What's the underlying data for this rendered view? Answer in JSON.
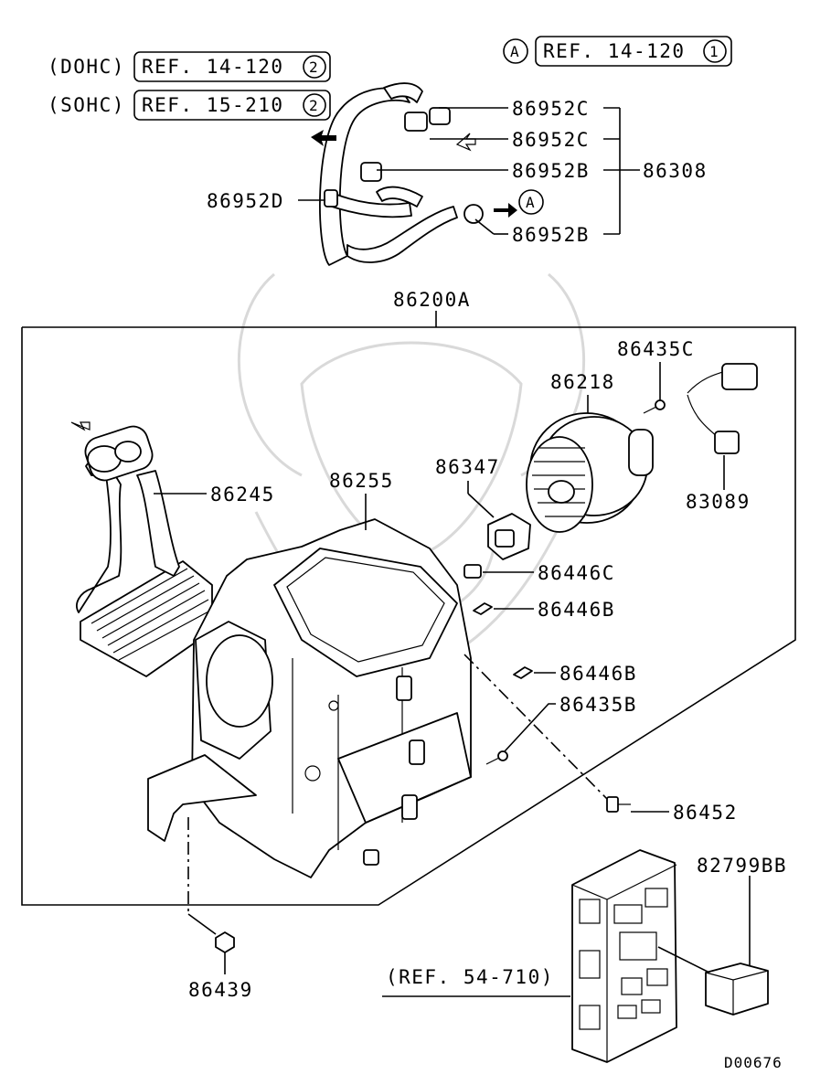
{
  "refs": {
    "dohc": "(DOHC)",
    "dohc_ref": "REF. 14-120",
    "dohc_circ": "2",
    "sohc": "(SOHC)",
    "sohc_ref": "REF. 15-210",
    "sohc_circ": "2",
    "a_mark": "A",
    "a_ref": "REF. 14-120",
    "a_circ": "1",
    "fuse_ref": "(REF. 54-710)"
  },
  "labels": {
    "p86952C_1": "86952C",
    "p86952C_2": "86952C",
    "p86952B_1": "86952B",
    "p86952B_2": "86952B",
    "p86952D": "86952D",
    "p86308": "86308",
    "p86200A": "86200A",
    "p86435C": "86435C",
    "p86218": "86218",
    "p83089": "83089",
    "p86347": "86347",
    "p86245": "86245",
    "p86255": "86255",
    "p86446C": "86446C",
    "p86446B_1": "86446B",
    "p86446B_2": "86446B",
    "p86435B": "86435B",
    "p86452": "86452",
    "p82799BB": "82799BB",
    "p86439": "86439"
  },
  "footer": {
    "diagram_code": "D00676"
  }
}
